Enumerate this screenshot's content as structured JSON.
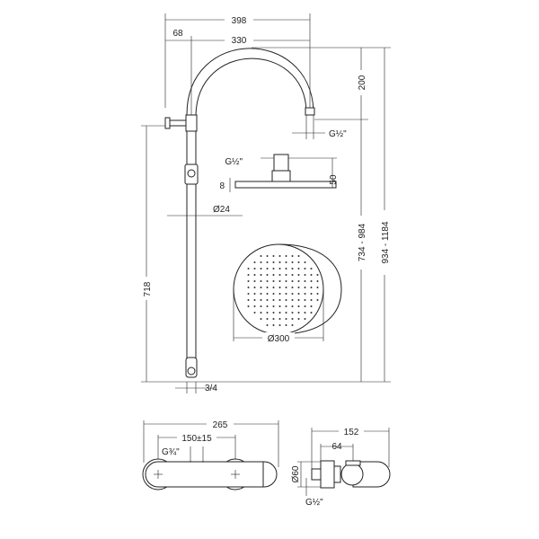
{
  "title": "Shower column technical drawing",
  "dimensions": {
    "total_width": "398",
    "offset": "68",
    "arm_reach": "330",
    "arm_height": "200",
    "arm_thread": "G½\"",
    "head_thread": "G½\"",
    "head_thickness": "8",
    "head_height": "50",
    "pipe_diameter": "Ø24",
    "column_height": "718",
    "height_range": "734 - 984",
    "total_height_range": "934 - 1184",
    "head_diameter": "Ø300",
    "bottom_thread": "3/4",
    "mixer_width": "265",
    "mixer_centers": "150±15",
    "mixer_thread": "G¾\"",
    "mixer_depth": "152",
    "mixer_offset": "64",
    "mixer_eccentric": "Ø60",
    "mixer_side_thread": "G½\""
  }
}
